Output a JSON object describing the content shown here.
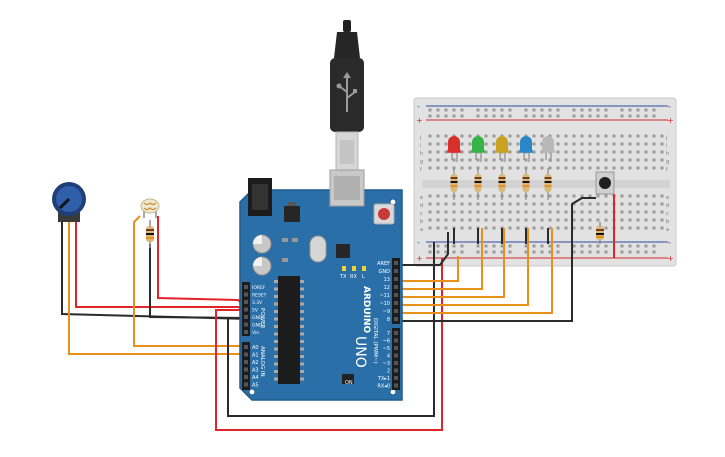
{
  "board": {
    "logo": "ARDUINO",
    "model": "UNO",
    "on_label": "ON",
    "tx_label": "TX",
    "rx_label": "RX",
    "l_label": "L",
    "power_section_label": "POWER",
    "analog_section_label": "ANALOG IN",
    "digital_section_label": "DIGITAL (PWM~)",
    "power_pins": [
      "IOREF",
      "RESET",
      "3.3V",
      "5V",
      "GND",
      "GND",
      "Vin"
    ],
    "analog_pins": [
      "A0",
      "A1",
      "A2",
      "A3",
      "A4",
      "A5"
    ],
    "digital_header_top": [
      "AREF",
      "GND",
      "13",
      "12",
      "~11",
      "~10",
      "~9",
      "8"
    ],
    "digital_header_bottom": [
      "7",
      "~6",
      "~5",
      "4",
      "~3",
      "2",
      "TX▸1",
      "RX◂0"
    ]
  },
  "breadboard": {
    "rail_plus": "+",
    "rail_minus": "-",
    "row_letters_top": [
      "j",
      "i",
      "h",
      "g",
      "f"
    ],
    "row_letters_bottom": [
      "e",
      "d",
      "c",
      "b",
      "a"
    ]
  },
  "colors": {
    "board": "#2b6fa8",
    "board_edge": "#1f5a8c",
    "wire_red": "#e0242a",
    "wire_black": "#2b2b2b",
    "wire_orange": "#e8901a",
    "led_red": "#d9302c",
    "led_green": "#36b44a",
    "led_yellow": "#c9a21f",
    "led_blue": "#2b86c9",
    "led_white": "#b8b8b8"
  }
}
